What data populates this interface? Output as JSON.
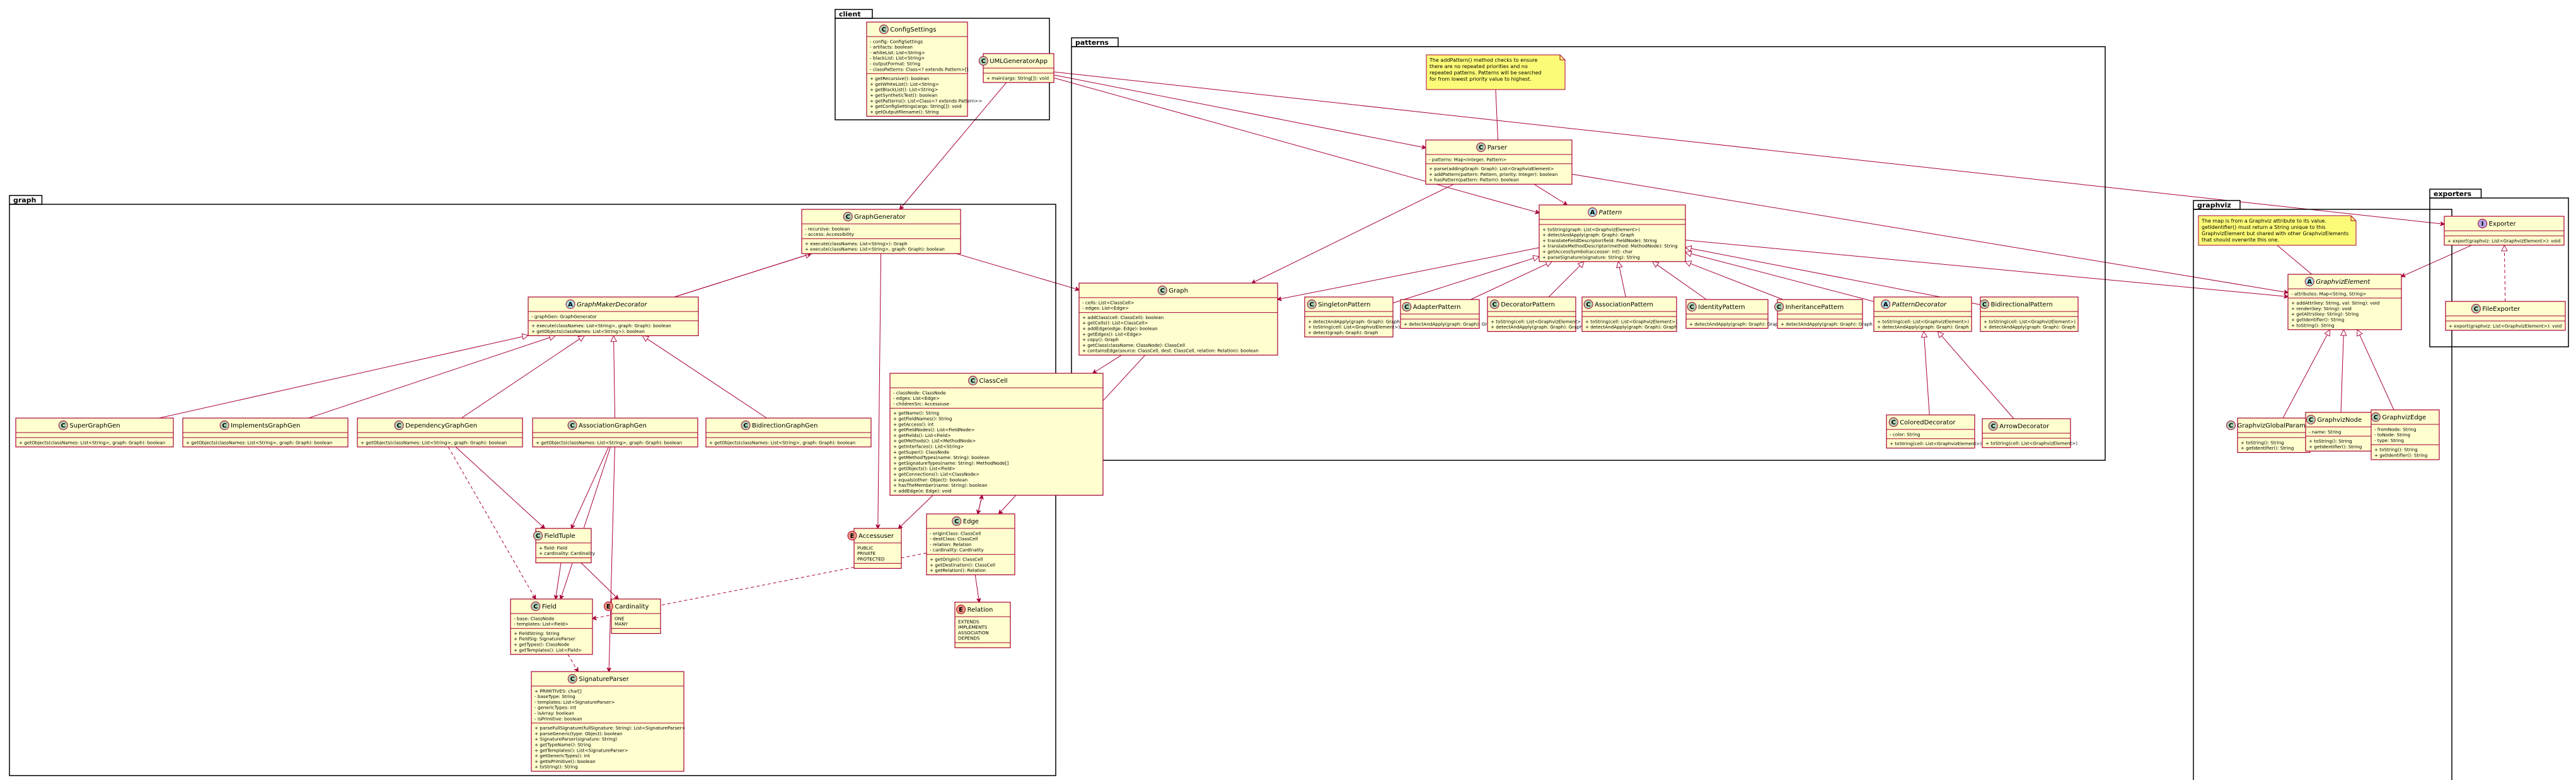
{
  "colors": {
    "class_fill": "#FEFECE",
    "class_border": "#A80036",
    "note_fill": "#FBFB77",
    "circle_class": "#ADD1B2",
    "circle_abstract": "#A9DCDF",
    "circle_enum": "#EB937F",
    "circle_interface": "#B4A7E5"
  },
  "packages": [
    {
      "label": "client"
    },
    {
      "label": "patterns"
    },
    {
      "label": "graph"
    },
    {
      "label": "graphviz"
    },
    {
      "label": "exporters"
    }
  ],
  "notes": [
    {
      "lines": [
        "The addPattern() method checks to ensure",
        "there are no repeated priorities and no",
        "repeated patterns. Patterns will be searched",
        "for from lowest priority value to highest."
      ]
    },
    {
      "lines": [
        "The map is from a Graphviz attribute to its value.",
        "getIdentifier() must return a String unique to this",
        "GraphvizElement but shared with other GraphvizElements",
        "that should overwrite this one."
      ]
    }
  ],
  "classes": [
    {
      "name": "ConfigSettings",
      "kind": "C",
      "members": [
        "- config: ConfigSettings",
        "- artifacts: boolean",
        "- whiteList: List<String>",
        "- blackList: List<String>",
        "- outputFormat: String",
        "- classPatterns: Class<? extends Pattern>[]"
      ],
      "methods": [
        "+ getRecursive(): boolean",
        "+ getWhiteList(): List<String>",
        "+ getBlackList(): List<String>",
        "+ getSyntheticTest(): boolean",
        "+ getPatterns(): List<Class<? extends Pattern>>",
        "+ getConfigSettings(args: String[]): void",
        "+ getOutputFilename(): String"
      ]
    },
    {
      "name": "UMLGeneratorApp",
      "kind": "C",
      "members": [],
      "methods": [
        "+ main(args: String[]): void"
      ]
    },
    {
      "name": "Parser",
      "kind": "C",
      "members": [
        "- patterns: Map<Integer, Pattern>"
      ],
      "methods": [
        "+ parse(addingGraph: Graph): List<GraphvizElement>",
        "+ addPattern(pattern: Pattern, priority: Integer): boolean",
        "+ hasPattern(pattern: Pattern): boolean"
      ]
    },
    {
      "name": "Pattern",
      "kind": "A",
      "members": [],
      "methods": [
        "+ toString(graph: List<GraphvizElement>)",
        "+ detectAndApply(graph: Graph): Graph",
        "+ translateFieldDescriptor(field: FieldNode): String",
        "+ translateMethodDescriptor(method: MethodNode): String",
        "+ getAccessSymbol(accessor: int): char",
        "+ parseSignature(signature: String): String"
      ]
    },
    {
      "name": "Graph",
      "kind": "C",
      "members": [
        "- cells: List<ClassCell>",
        "- edges: List<Edge>"
      ],
      "methods": [
        "+ addClass(cell: ClassCell): boolean",
        "+ getCells(): List<ClassCell>",
        "+ addEdge(edge: Edge): boolean",
        "+ getEdges(): List<Edge>",
        "+ copy(): Graph",
        "+ getClass(className: ClassNode): ClassCell",
        "+ containsEdge(source: ClassCell, dest: ClassCell, relation: Relation): boolean"
      ]
    },
    {
      "name": "SingletonPattern",
      "kind": "C",
      "members": [],
      "methods": [
        "+ detectAndApply(graph: Graph): Graph",
        "+ toString(cell: List<GraphvizElement>)",
        "+ detect(graph: Graph): Graph"
      ]
    },
    {
      "name": "AdapterPattern",
      "kind": "C",
      "members": [],
      "methods": [
        "+ detectAndApply(graph: Graph): Graph"
      ]
    },
    {
      "name": "DecoratorPattern",
      "kind": "C",
      "members": [],
      "methods": [
        "+ toString(cell: List<GraphvizElement>)",
        "+ detectAndApply(graph: Graph): Graph"
      ]
    },
    {
      "name": "AssociationPattern",
      "kind": "C",
      "members": [],
      "methods": [
        "+ toString(cell: List<GraphvizElement>)",
        "+ detectAndApply(graph: Graph): Graph"
      ]
    },
    {
      "name": "IdentityPattern",
      "kind": "C",
      "members": [],
      "methods": [
        "+ detectAndApply(graph: Graph): Graph"
      ]
    },
    {
      "name": "InheritancePattern",
      "kind": "C",
      "members": [],
      "methods": [
        "+ detectAndApply(graph: Graph): Graph"
      ]
    },
    {
      "name": "PatternDecorator",
      "kind": "A",
      "members": [],
      "methods": [
        "+ toString(cell: List<GraphvizElement>)",
        "+ detectAndApply(graph: Graph): Graph"
      ]
    },
    {
      "name": "BidirectionalPattern",
      "kind": "C",
      "members": [],
      "methods": [
        "+ toString(cell: List<GraphvizElement>)",
        "+ detectAndApply(graph: Graph): Graph"
      ]
    },
    {
      "name": "ColoredDecorator",
      "kind": "C",
      "members": [
        "- color: String"
      ],
      "methods": [
        "+ toString(cell: List<GraphvizElement>)"
      ]
    },
    {
      "name": "ArrowDecorator",
      "kind": "C",
      "members": [],
      "methods": [
        "+ toString(cell: List<GraphvizElement>)"
      ]
    },
    {
      "name": "GraphGenerator",
      "kind": "C",
      "members": [
        "- recursive: boolean",
        "- access: Accessibility"
      ],
      "methods": [
        "+ execute(classNames: List<String>): Graph",
        "+ execute(classNames: List<String>, graph: Graph): boolean"
      ]
    },
    {
      "name": "GraphMakerDecorator",
      "kind": "A",
      "members": [
        "- graphGen: GraphGenerator"
      ],
      "methods": [
        "+ execute(classNames: List<String>, graph: Graph): boolean",
        "+ getObjects(classNames: List<String>): boolean"
      ]
    },
    {
      "name": "SuperGraphGen",
      "kind": "C",
      "members": [],
      "methods": [
        "+ getObjects(classNames: List<String>, graph: Graph): boolean"
      ]
    },
    {
      "name": "ImplementsGraphGen",
      "kind": "C",
      "members": [],
      "methods": [
        "+ getObjects(classNames: List<String>, graph: Graph): boolean"
      ]
    },
    {
      "name": "DependencyGraphGen",
      "kind": "C",
      "members": [],
      "methods": [
        "+ getObjects(classNames: List<String>, graph: Graph): boolean"
      ]
    },
    {
      "name": "AssociationGraphGen",
      "kind": "C",
      "members": [],
      "methods": [
        "+ getObjects(classNames: List<String>, graph: Graph): boolean"
      ]
    },
    {
      "name": "BidirectionGraphGen",
      "kind": "C",
      "members": [],
      "methods": [
        "+ getObjects(classNames: List<String>, graph: Graph): boolean"
      ]
    },
    {
      "name": "ClassCell",
      "kind": "C",
      "members": [
        "- classNode: ClassNode",
        "- edges: List<Edge>",
        "- childrenSrc: Accessiuse"
      ],
      "methods": [
        "+ getName(): String",
        "+ getFieldNames(): String",
        "+ getAccess(): int",
        "+ getFieldNodes(): List<FieldNode>",
        "+ getFields(): List<Field>",
        "+ getMethods(): List<MethodNode>",
        "+ getInterfaces(): List<String>",
        "+ getSuper(): ClassNode",
        "+ getMethodTypes(name: String): boolean",
        "+ getSignatureTypes(name: String): MethodNode[]",
        "+ getObjects(): List<Field>",
        "+ getConnections(): List<ClassNode>",
        "+ equals(other: Object): boolean",
        "+ hasTheMember(name: String): boolean",
        "+ addEdge(e: Edge): void"
      ]
    },
    {
      "name": "FieldTuple",
      "kind": "C",
      "members": [
        "+ field: Field",
        "+ cardinality: Cardinality"
      ],
      "methods": []
    },
    {
      "name": "Field",
      "kind": "C",
      "members": [
        "- base: ClassNode",
        "- templates: List<Field>"
      ],
      "methods": [
        "+ FieldString: String",
        "+ FieldSig: SignatureParser",
        "+ getTypes(): ClassNode",
        "+ getTemplates(): List<Field>"
      ]
    },
    {
      "name": "Cardinality",
      "kind": "E",
      "members": [
        "ONE",
        "MANY"
      ],
      "methods": []
    },
    {
      "name": "Accessuser",
      "kind": "E",
      "members": [
        "PUBLIC",
        "PRIVATE",
        "PROTECTED"
      ],
      "methods": []
    },
    {
      "name": "Edge",
      "kind": "C",
      "members": [
        "- originClass: ClassCell",
        "- destClass: ClassCell",
        "- relation: Relation",
        "- cardinality: Cardinality"
      ],
      "methods": [
        "+ getOrigin(): ClassCell",
        "+ getDestination(): ClassCell",
        "+ getRelation(): Relation"
      ]
    },
    {
      "name": "Relation",
      "kind": "E",
      "members": [
        "EXTENDS",
        "IMPLEMENTS",
        "ASSOCIATION",
        "DEPENDS"
      ],
      "methods": []
    },
    {
      "name": "SignatureParser",
      "kind": "C",
      "members": [
        "+ PRIMITIVES: char[]",
        "- baseType: String",
        "- templates: List<SignatureParser>",
        "- genericTypes: int",
        "- isArray: boolean",
        "- isPrimitive: boolean"
      ],
      "methods": [
        "+ parseFullSignature(fullSignature: String): List<SignatureParser>",
        "+ parseGeneric(type: Object): boolean",
        "+ SignatureParser(signature: String)",
        "+ getTypeName(): String",
        "+ getTemplates(): List<SignatureParser>",
        "+ getGenericTypes(): int",
        "+ getIsPrimitive(): boolean",
        "+ toString(): String"
      ]
    },
    {
      "name": "GraphvizElement",
      "kind": "A",
      "members": [
        "- attributes: Map<String, String>"
      ],
      "methods": [
        "+ addAttr(key: String, val: String): void",
        "+ render(key: String): void",
        "+ getAttrs(key: String): String",
        "+ getIdentifier(): String",
        "+ toString(): String"
      ]
    },
    {
      "name": "GraphvizGlobalParam",
      "kind": "C",
      "members": [],
      "methods": [
        "+ toString(): String",
        "+ getIdentifier(): String"
      ]
    },
    {
      "name": "GraphvizNode",
      "kind": "C",
      "members": [
        "- name: String"
      ],
      "methods": [
        "+ toString(): String",
        "+ getIdentifier(): String"
      ]
    },
    {
      "name": "GraphvizEdge",
      "kind": "C",
      "members": [
        "- fromNode: String",
        "- toNode: String",
        "- type: String"
      ],
      "methods": [
        "+ toString(): String",
        "+ getIdentifier(): String"
      ]
    },
    {
      "name": "Exporter",
      "kind": "I",
      "members": [],
      "methods": [
        "+ export(graphviz: List<GraphvizElement>): void"
      ]
    },
    {
      "name": "FileExporter",
      "kind": "C",
      "members": [],
      "methods": [
        "+ export(graphviz: List<GraphvizElement>): void"
      ]
    }
  ]
}
